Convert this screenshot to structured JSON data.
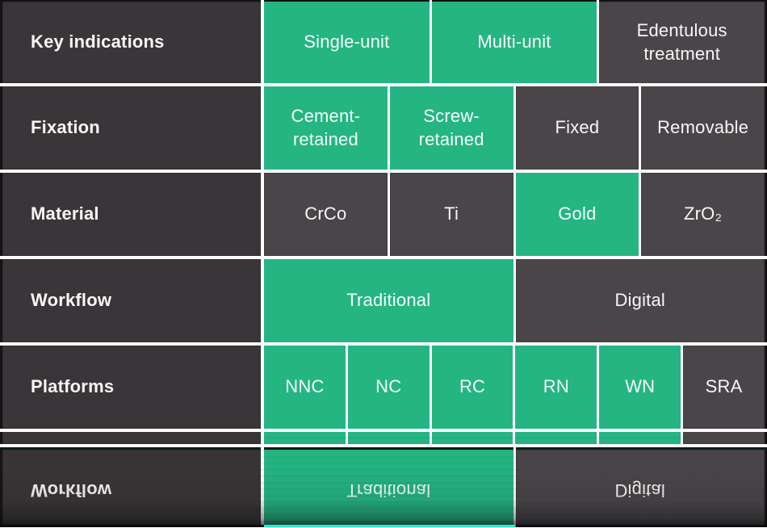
{
  "colors": {
    "header_cell_bg": "#3a3538",
    "dark_cell_bg": "#4a4549",
    "green_cell_bg": "#25b583",
    "gap_white": "#ffffff",
    "frame_black": "#161316",
    "text_light": "#f7f6f7",
    "reflection_cyan_line": "#38e6c4"
  },
  "rows": [
    {
      "label": "Key indications",
      "cells": [
        {
          "text": "Single-unit",
          "variant": "green"
        },
        {
          "text": "Multi-unit",
          "variant": "green"
        },
        {
          "text": "Edentulous treatment",
          "variant": "dark"
        }
      ]
    },
    {
      "label": "Fixation",
      "cells": [
        {
          "text": "Cement-retained",
          "variant": "green"
        },
        {
          "text": "Screw-retained",
          "variant": "green"
        },
        {
          "text": "Fixed",
          "variant": "dark"
        },
        {
          "text": "Removable",
          "variant": "dark"
        }
      ]
    },
    {
      "label": "Material",
      "cells": [
        {
          "text": "CrCo",
          "variant": "dark"
        },
        {
          "text": "Ti",
          "variant": "dark"
        },
        {
          "text": "Gold",
          "variant": "green"
        },
        {
          "text": "ZrO₂",
          "variant": "dark"
        }
      ]
    },
    {
      "label": "Workflow",
      "cells": [
        {
          "text": "Traditional",
          "variant": "green"
        },
        {
          "text": "Digital",
          "variant": "dark"
        }
      ]
    },
    {
      "label": "Platforms",
      "cells": [
        {
          "text": "NNC",
          "variant": "green"
        },
        {
          "text": "NC",
          "variant": "green"
        },
        {
          "text": "RC",
          "variant": "green"
        },
        {
          "text": "RN",
          "variant": "green"
        },
        {
          "text": "WN",
          "variant": "green"
        },
        {
          "text": "SRA",
          "variant": "dark"
        }
      ]
    }
  ]
}
